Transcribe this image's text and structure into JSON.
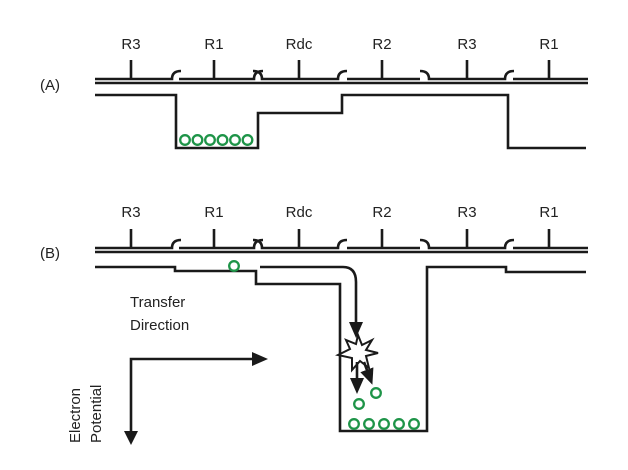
{
  "colors": {
    "line": "#1a1a1a",
    "electron": "#1e9448",
    "text": "#222222",
    "background": "#ffffff"
  },
  "panels": [
    {
      "id": "A",
      "label": "(A)",
      "gates": [
        "R3",
        "R1",
        "Rdc",
        "R2",
        "R3",
        "R1"
      ],
      "electrons_in_well": 6
    },
    {
      "id": "B",
      "label": "(B)",
      "gates": [
        "R3",
        "R1",
        "Rdc",
        "R2",
        "R3",
        "R1"
      ],
      "electrons_in_transit": 1,
      "electrons_falling": 2,
      "electrons_in_well": 5,
      "event_icon": "star-burst-icon"
    }
  ],
  "axes": {
    "x_label_line1": "Transfer",
    "x_label_line2": "Direction",
    "y_label_line1": "Electron",
    "y_label_line2": "Potential"
  }
}
